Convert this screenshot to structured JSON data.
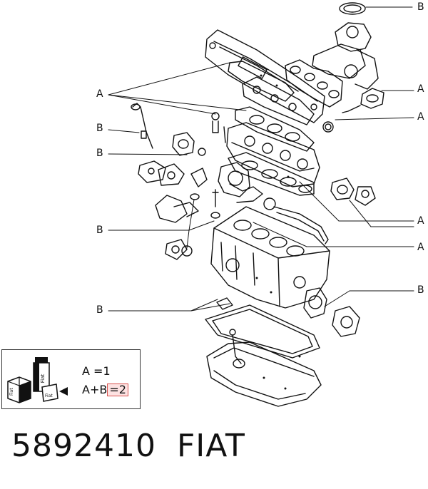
{
  "callouts": {
    "a": "A",
    "b": "B"
  },
  "legend": {
    "line1": "A =1",
    "line2_prefix": "A+B",
    "line2_eq": "=",
    "line2_value": "2",
    "jar_text": "Fiat",
    "box_text_1": "Fiat",
    "box_text_2": "Fiat"
  },
  "footer": {
    "part_number": "5892410",
    "brand": "FIAT"
  },
  "colors": {
    "ink": "#111111",
    "highlight_border": "#d9534f",
    "highlight_fill": "#fde2e2"
  }
}
